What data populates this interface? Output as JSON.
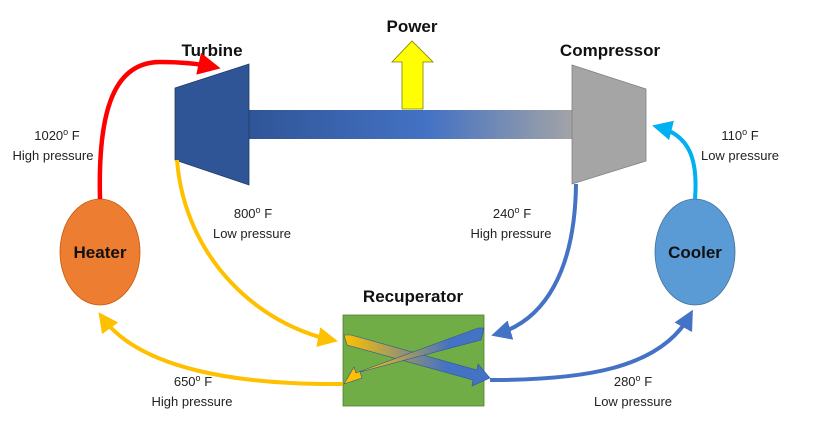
{
  "diagram": {
    "type": "closed-loop thermodynamic cycle (recuperated Brayton cycle)",
    "components": {
      "turbine": {
        "label": "Turbine",
        "color": "#2F5597"
      },
      "compressor": {
        "label": "Compressor",
        "color": "#A5A5A5"
      },
      "power": {
        "label": "Power",
        "color": "#FFFF00"
      },
      "heater": {
        "label": "Heater",
        "color": "#ED7D31"
      },
      "cooler": {
        "label": "Cooler",
        "color": "#5B9BD5"
      },
      "recuperator": {
        "label": "Recuperator",
        "color": "#70AD47"
      },
      "shaft": {
        "gradient_from": "#2F5597",
        "gradient_mid": "#4472C4",
        "gradient_to": "#A5A5A5"
      }
    },
    "streams": [
      {
        "id": "heater-to-turbine",
        "from": "Heater",
        "to": "Turbine",
        "temp": "1020",
        "unit": "F",
        "pressure": "High pressure",
        "color": "#FF0000"
      },
      {
        "id": "turbine-to-recuperator",
        "from": "Turbine",
        "to": "Recuperator",
        "temp": "800",
        "unit": "F",
        "pressure": "Low pressure",
        "color": "#FFC000"
      },
      {
        "id": "recuperator-to-heater",
        "from": "Recuperator",
        "to": "Heater",
        "temp": "650",
        "unit": "F",
        "pressure": "High pressure",
        "color": "#FFC000"
      },
      {
        "id": "compressor-to-recuperator",
        "from": "Compressor",
        "to": "Recuperator",
        "temp": "240",
        "unit": "F",
        "pressure": "High pressure",
        "color": "#4472C4"
      },
      {
        "id": "recuperator-to-cooler",
        "from": "Recuperator",
        "to": "Cooler",
        "temp": "280",
        "unit": "F",
        "pressure": "Low pressure",
        "color": "#4472C4"
      },
      {
        "id": "cooler-to-compressor",
        "from": "Cooler",
        "to": "Compressor",
        "temp": "110",
        "unit": "F",
        "pressure": "Low pressure",
        "color": "#00B0F0"
      }
    ],
    "degree_symbol": "o"
  }
}
